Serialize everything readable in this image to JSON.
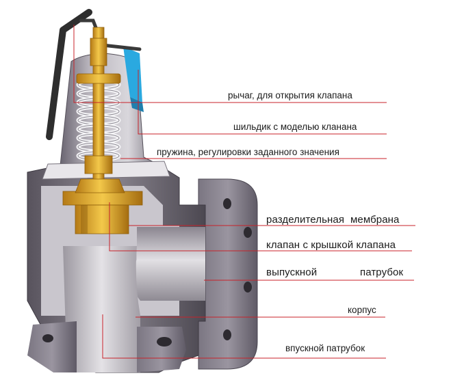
{
  "colors": {
    "leader_line": "#c8222a",
    "body_metal": "#6f6a74",
    "brass": "#e8b233",
    "spring": "#d6d6d6",
    "lever": "#2e2e2e",
    "nameplate": "#2aa9e0"
  },
  "labels": {
    "lever": "рычаг, для открытия клапана",
    "nameplate": "шильдик с моделью кланана",
    "spring": "пружина, регулировки заданного значения",
    "membrane_a": "разделительная",
    "membrane_b": "мембрана",
    "valve": "клапан с крышкой клапана",
    "outlet_a": "выпускной",
    "outlet_b": "патрубок",
    "body": "корпус",
    "inlet": "впускной патрубок"
  }
}
